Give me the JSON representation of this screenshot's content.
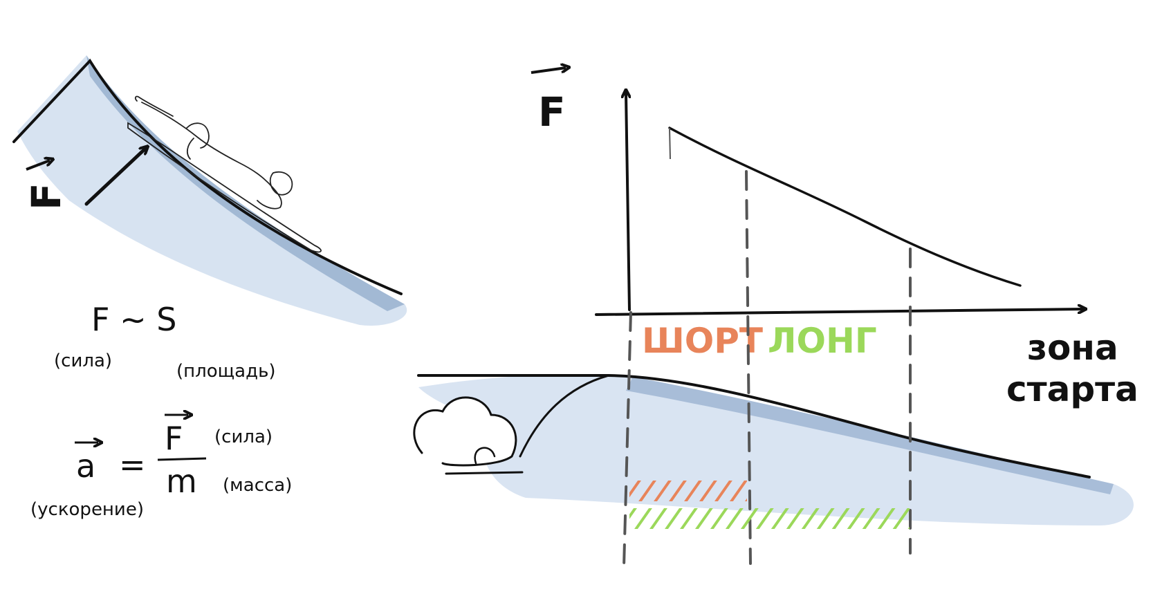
{
  "left_panel": {
    "force_symbol": "F",
    "formula_main": "F ~ S",
    "force_note": "(сила)",
    "area_note": "(площадь)",
    "accel_symbol": "a",
    "equals": "=",
    "numerator": "F",
    "denominator": "m",
    "numerator_note": "(сила)",
    "denominator_note": "(масса)",
    "accel_note": "(ускорение)"
  },
  "graph": {
    "y_axis_label": "F",
    "zone_short": "ШОРТ",
    "zone_long": "ЛОНГ",
    "x_axis_label_line1": "зона",
    "x_axis_label_line2": "старта"
  },
  "colors": {
    "ink": "#111111",
    "water": "#b9cde4",
    "water_dark": "#7f9dc2",
    "short_zone": "#e8845a",
    "long_zone": "#9bd85a"
  }
}
